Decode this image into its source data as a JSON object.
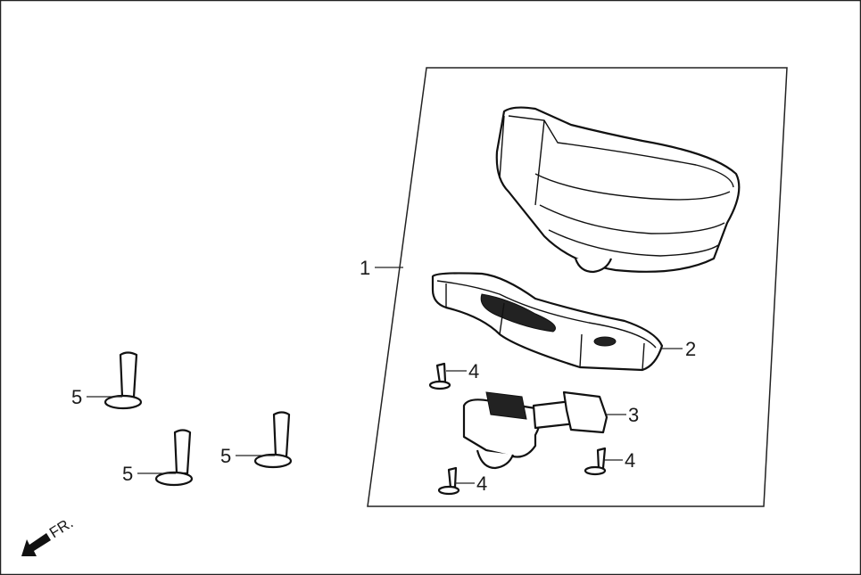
{
  "diagram": {
    "type": "exploded parts diagram",
    "direction_marker": "FR.",
    "callouts": [
      {
        "id": "1",
        "label": "1"
      },
      {
        "id": "2",
        "label": "2"
      },
      {
        "id": "3",
        "label": "3"
      },
      {
        "id": "4a",
        "label": "4"
      },
      {
        "id": "4b",
        "label": "4"
      },
      {
        "id": "4c",
        "label": "4"
      },
      {
        "id": "5a",
        "label": "5"
      },
      {
        "id": "5b",
        "label": "5"
      },
      {
        "id": "5c",
        "label": "5"
      }
    ],
    "colors": {
      "line": "#111111",
      "background": "#ffffff"
    }
  }
}
